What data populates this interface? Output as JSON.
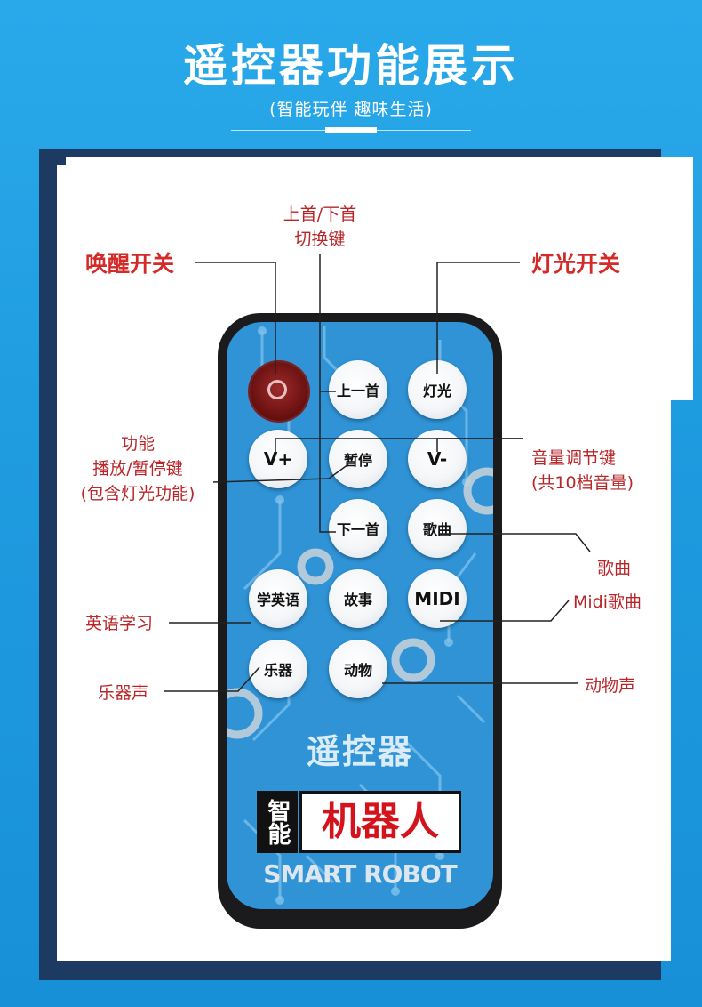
{
  "header": {
    "title": "遥控器功能展示",
    "subtitle": "(智能玩伴 趣味生活)"
  },
  "remote": {
    "buttons": {
      "prev": "上一首",
      "light": "灯光",
      "vol_up": "V+",
      "pause": "暂停",
      "vol_down": "V-",
      "next": "下一首",
      "songs": "歌曲",
      "english": "学英语",
      "story": "故事",
      "midi": "MIDI",
      "instrument": "乐器",
      "animal": "动物"
    },
    "title": "遥控器",
    "badge_small": "智能",
    "badge_big": "机器人",
    "brand": "SMART ROBOT"
  },
  "labels": {
    "prev_next_line1": "上首/下首",
    "prev_next_line2": "切换键",
    "wake": "唤醒开关",
    "light": "灯光开关",
    "play_pause_line1": "功能",
    "play_pause_line2": "播放/暂停键",
    "play_pause_line3": "(包含灯光功能)",
    "volume_line1": "音量调节键",
    "volume_line2": "(共10档音量)",
    "songs": "歌曲",
    "midi": "Midi歌曲",
    "english": "英语学习",
    "instrument": "乐器声",
    "animal": "动物声"
  },
  "colors": {
    "background": "#1f9be0",
    "label_red": "#d32a2a",
    "remote_blue": "#2f93d6",
    "badge_red": "#d4141c"
  }
}
